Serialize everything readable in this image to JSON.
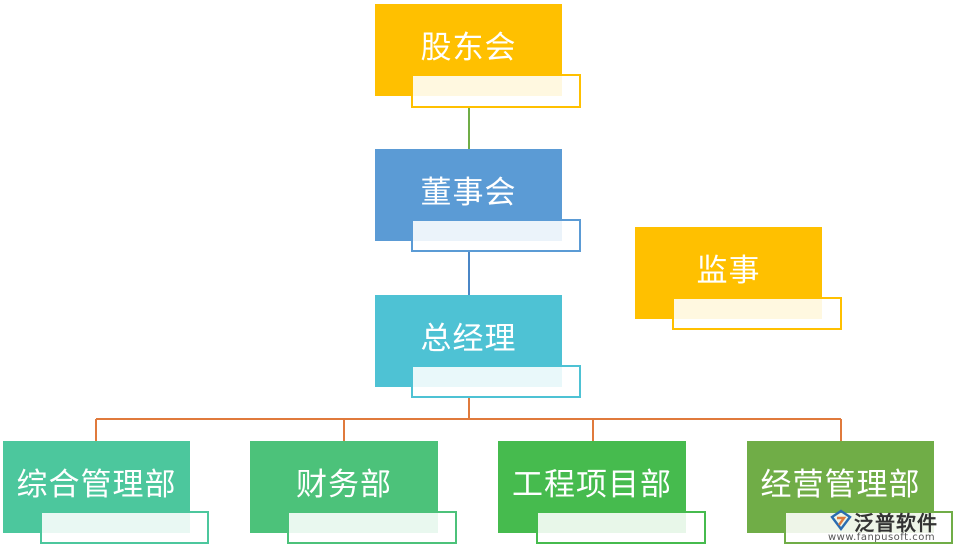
{
  "colors": {
    "gold": "#ffc000",
    "gold_border": "#ffc000",
    "blue": "#5b9bd5",
    "blue_border": "#5b9bd5",
    "teal": "#4ec2d4",
    "teal_border": "#4ec2d4",
    "green1": "#4cc79d",
    "green2": "#4cc27a",
    "green3": "#46bb4e",
    "green4": "#70ad47",
    "line_green": "#70ad47",
    "line_blue": "#4a86c6",
    "line_orange": "#e07a3c"
  },
  "org_chart": {
    "shareholders": "股东会",
    "board": "董事会",
    "general_manager": "总经理",
    "supervisor": "监事",
    "departments": [
      "综合管理部",
      "财务部",
      "工程项目部",
      "经营管理部"
    ]
  },
  "watermark": {
    "brand": "泛普软件",
    "url": "www.fanpusoft.com"
  }
}
